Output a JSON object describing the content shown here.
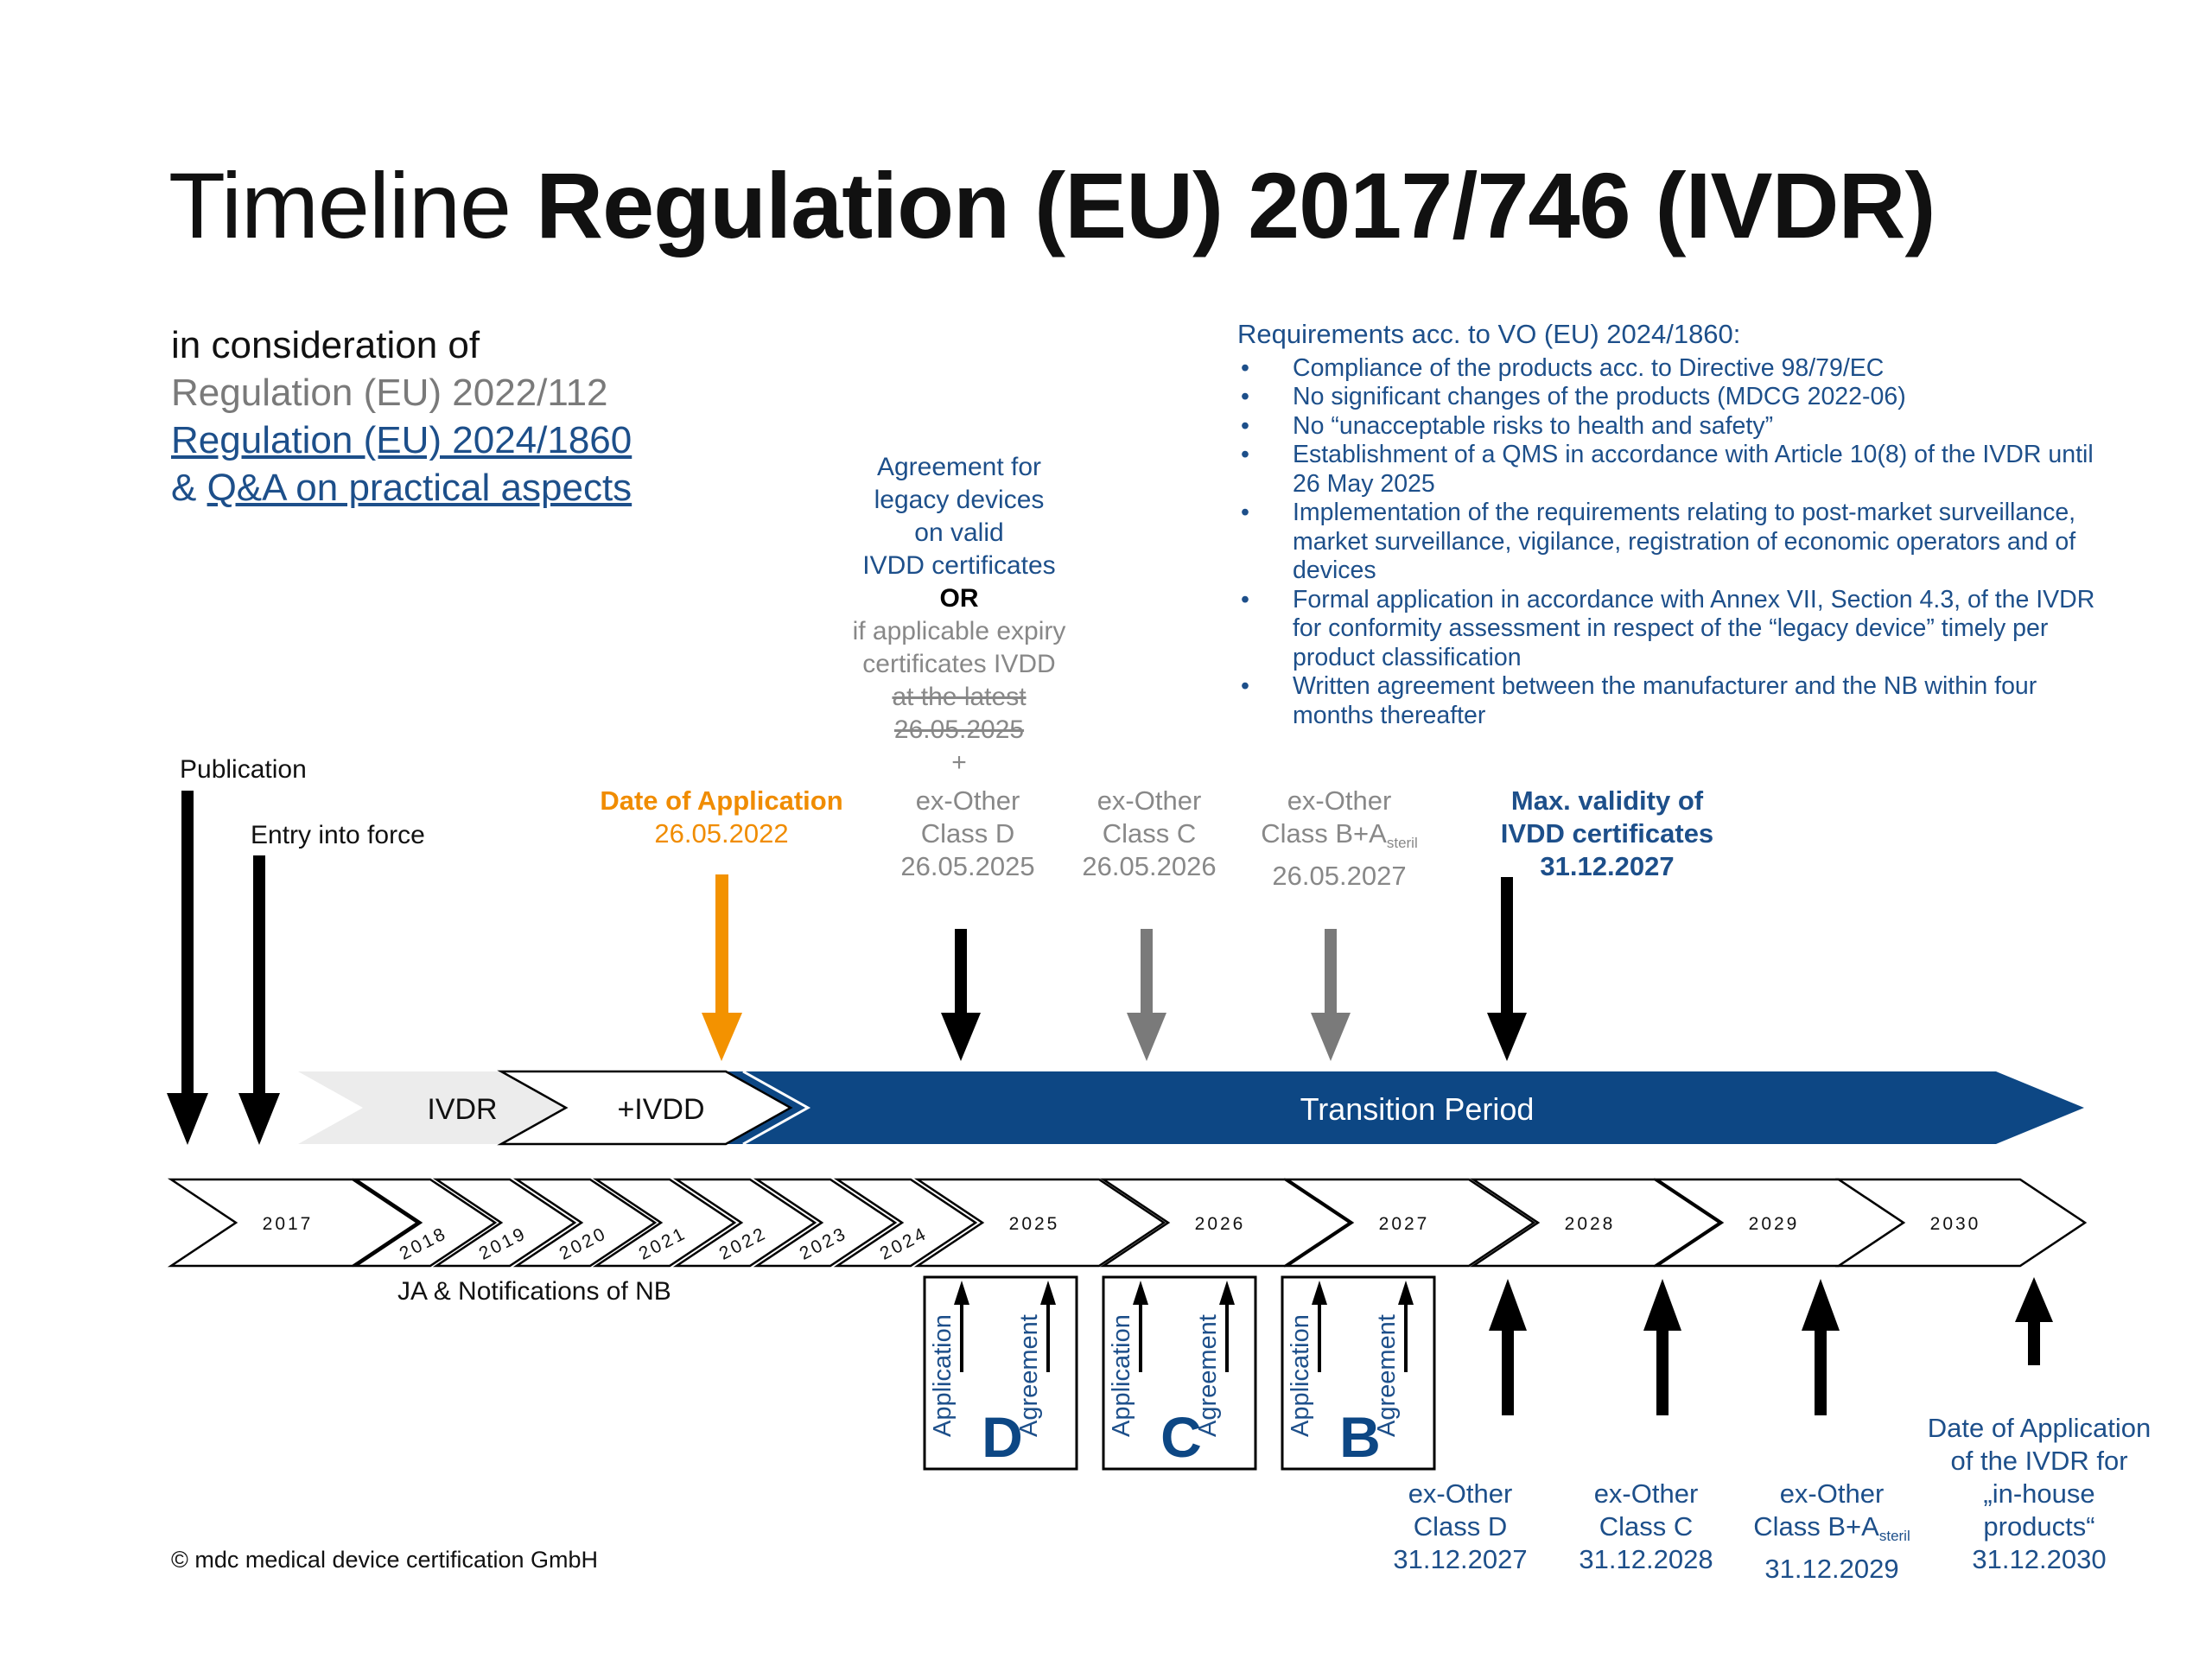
{
  "title": {
    "light": "Timeline",
    "bold": "Regulation (EU) 2017/746 (IVDR)"
  },
  "consideration": {
    "line1": "in consideration of",
    "line2": "Regulation (EU) 2022/112",
    "line3": "Regulation (EU) 2024/1860",
    "line4_prefix": "& ",
    "line4_link": "Q&A on practical aspects"
  },
  "requirements": {
    "heading": "Requirements acc. to VO (EU) 2024/1860:",
    "items": [
      "Compliance of the products acc. to Directive 98/79/EC",
      "No significant changes of the products (MDCG 2022-06)",
      "No “unacceptable risks to health and safety”",
      "Establishment of a QMS in accordance with Article 10(8) of the IVDR until 26 May 2025",
      "Implementation of the requirements relating to post-market surveillance, market surveillance, vigilance, registration of economic operators and of devices",
      "Formal application in accordance with Annex VII, Section 4.3, of the IVDR for conformity assessment in respect of the “legacy device” timely per product classification",
      "Written agreement between the manufacturer and the NB within four months thereafter"
    ]
  },
  "agreement_note": {
    "l1": "Agreement for",
    "l2": "legacy devices",
    "l3": "on valid",
    "l4": "IVDD certificates",
    "l5": "OR",
    "l6": "if applicable expiry",
    "l7": "certificates IVDD",
    "l8": "at the latest",
    "l9": "26.05.2025",
    "l10": "+"
  },
  "top_events": {
    "publication": "Publication",
    "entry": "Entry into force",
    "doa_title": "Date of Application",
    "doa_date": "26.05.2022",
    "exd_l1": "ex-Other",
    "exd_l2": "Class D",
    "exd_l3": "26.05.2025",
    "exc_l1": "ex-Other",
    "exc_l2": "Class C",
    "exc_l3": "26.05.2026",
    "exb_l1": "ex-Other",
    "exb_l2": "Class B+A",
    "exb_sub": "steril",
    "exb_l3": "26.05.2027",
    "maxv_l1": "Max. validity of",
    "maxv_l2": "IVDD certificates",
    "maxv_l3": "31.12.2027"
  },
  "band": {
    "ivdr": "IVDR",
    "ivdd": "+IVDD",
    "transition": "Transition Period"
  },
  "years": [
    "2017",
    "2018",
    "2019",
    "2020",
    "2021",
    "2022",
    "2023",
    "2024",
    "2025",
    "2026",
    "2027",
    "2028",
    "2029",
    "2030"
  ],
  "ja_label": "JA & Notifications of NB",
  "boxes": [
    {
      "letter": "D",
      "application": "Application",
      "agreement": "Agreement"
    },
    {
      "letter": "C",
      "application": "Application",
      "agreement": "Agreement"
    },
    {
      "letter": "B",
      "application": "Application",
      "agreement": "Agreement"
    }
  ],
  "bottom_events": {
    "d_l1": "ex-Other",
    "d_l2": "Class D",
    "d_l3": "31.12.2027",
    "c_l1": "ex-Other",
    "c_l2": "Class C",
    "c_l3": "31.12.2028",
    "b_l1": "ex-Other",
    "b_l2": "Class B+A",
    "b_sub": "steril",
    "b_l3": "31.12.2029",
    "h_l1": "Date of Application",
    "h_l2": "of the IVDR for",
    "h_l3": "„in-house",
    "h_l4": "products“",
    "h_l5": "31.12.2030"
  },
  "copyright": "© mdc medical device certification GmbH",
  "colors": {
    "navy": "#0d4784",
    "text_blue": "#1d4f8a",
    "orange": "#f39200",
    "grey": "#7a7a7a"
  }
}
